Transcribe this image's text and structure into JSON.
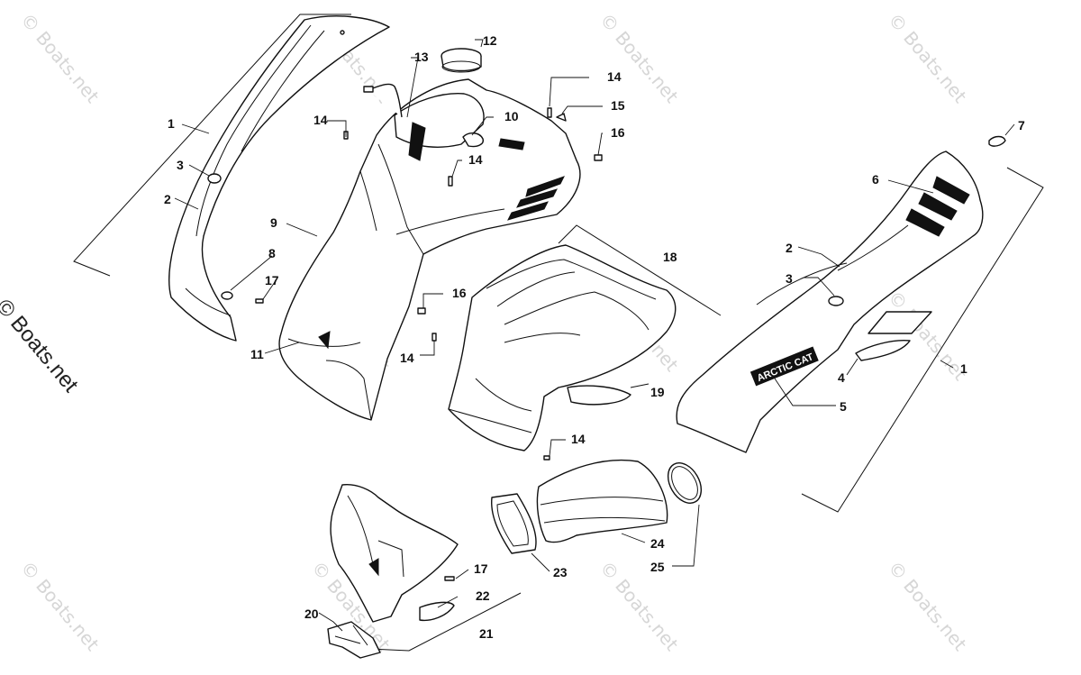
{
  "watermark": "© Boats.net",
  "side_watermark": "© Boats.net",
  "decal_text": "ARCTIC CAT",
  "callouts": {
    "c1_left": "1",
    "c2_left": "2",
    "c3_left": "3",
    "c8": "8",
    "c9": "9",
    "c11": "11",
    "c12": "12",
    "c13": "13",
    "c14_a": "14",
    "c14_b": "14",
    "c14_c": "14",
    "c14_d": "14",
    "c14_e": "14",
    "c10": "10",
    "c15": "15",
    "c16_a": "16",
    "c16_b": "16",
    "c17_a": "17",
    "c17_b": "17",
    "c18": "18",
    "c19": "19",
    "c7": "7",
    "c6": "6",
    "c2_right": "2",
    "c3_right": "3",
    "c4": "4",
    "c5": "5",
    "c1_right": "1",
    "c20": "20",
    "c21": "21",
    "c22": "22",
    "c23": "23",
    "c24": "24",
    "c25": "25"
  }
}
